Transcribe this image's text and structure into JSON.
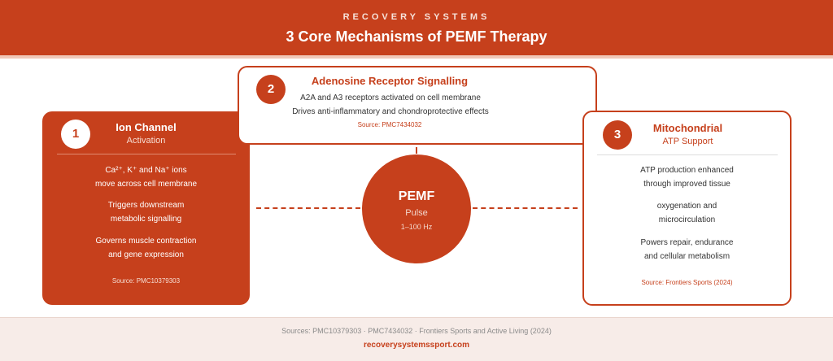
{
  "header": {
    "brand": "RECOVERY SYSTEMS",
    "title": "3 Core Mechanisms of PEMF Therapy"
  },
  "center": {
    "title": "PEMF",
    "subtitle": "Pulse",
    "frequency": "1–100 Hz"
  },
  "mechanisms": [
    {
      "number": "1",
      "title": "Ion Channel",
      "subtitle": "Activation",
      "points": [
        [
          "Ca²⁺, K⁺ and Na⁺ ions",
          "move across cell membrane"
        ],
        [
          "Triggers downstream",
          "metabolic signalling"
        ],
        [
          "Governs muscle contraction",
          "and gene expression"
        ]
      ],
      "source": "Source: PMC10379303"
    },
    {
      "number": "2",
      "title": "Adenosine Receptor Signalling",
      "points": [
        "A2A and A3 receptors activated on cell membrane",
        "Drives anti-inflammatory and chondroprotective effects"
      ],
      "source": "Source: PMC7434032"
    },
    {
      "number": "3",
      "title": "Mitochondrial",
      "subtitle": "ATP Support",
      "points": [
        [
          "ATP production enhanced",
          "through improved tissue"
        ],
        [
          "oxygenation and",
          "microcirculation"
        ],
        [
          "Powers repair, endurance",
          "and cellular metabolism"
        ]
      ],
      "source": "Source: Frontiers Sports (2024)"
    }
  ],
  "footer": {
    "sources": "Sources: PMC10379303 · PMC7434032 · Frontiers Sports and Active Living (2024)",
    "website": "recoverysystemssport.com"
  }
}
